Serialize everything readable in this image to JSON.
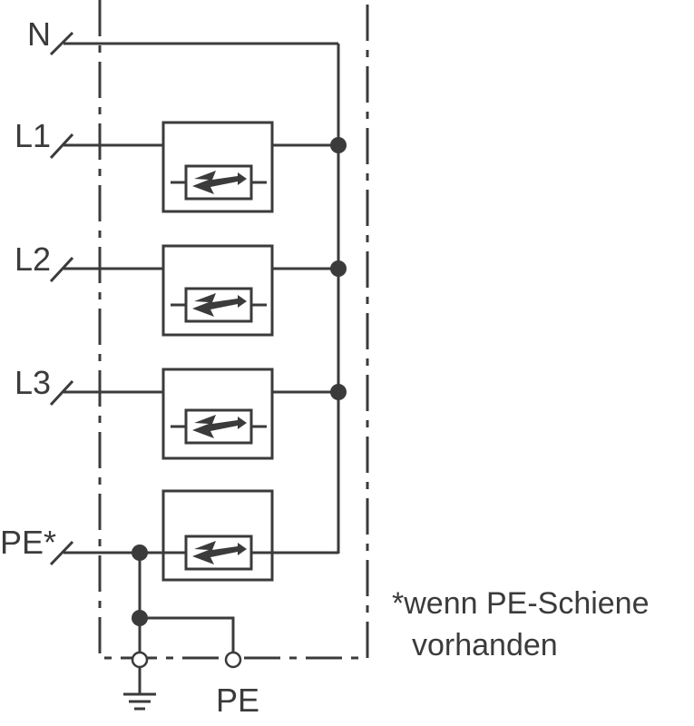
{
  "labels": {
    "n": "N",
    "l1": "L1",
    "l2": "L2",
    "l3": "L3",
    "pe_star": "PE*",
    "pe": "PE"
  },
  "note": {
    "line1": "*wenn PE-Schiene",
    "line2": "vorhanden"
  },
  "colors": {
    "stroke": "#3b3b3b",
    "background": "#ffffff"
  }
}
